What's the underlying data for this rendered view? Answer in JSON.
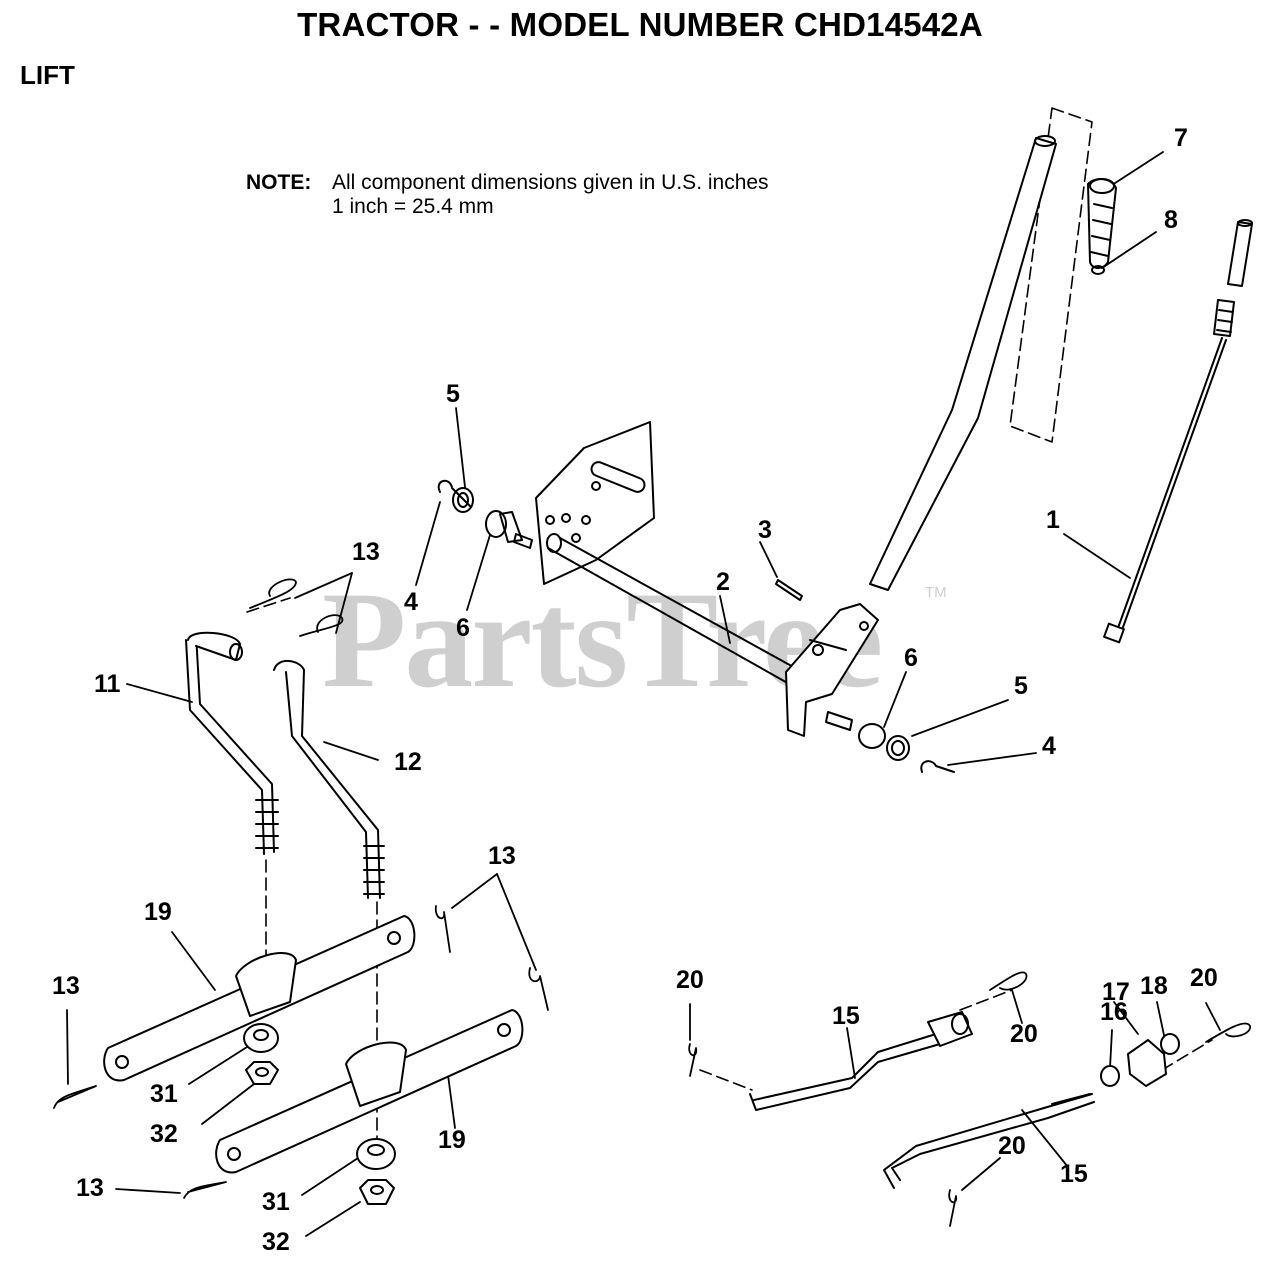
{
  "title": "TRACTOR - - MODEL NUMBER CHD14542A",
  "section": "LIFT",
  "note": {
    "label": "NOTE:",
    "line1": "All component dimensions given in U.S. inches",
    "line2": "1 inch = 25.4 mm"
  },
  "watermark": {
    "text": "PartsTree",
    "tm": "TM"
  },
  "callouts": {
    "c7": "7",
    "c8": "8",
    "c1": "1",
    "c5a": "5",
    "c4a": "4",
    "c6a": "6",
    "c3": "3",
    "c2": "2",
    "c13a": "13",
    "c11": "11",
    "c12": "12",
    "c6b": "6",
    "c5b": "5",
    "c4b": "4",
    "c13b": "13",
    "c19a": "19",
    "c13c": "13",
    "c31a": "31",
    "c32a": "32",
    "c19b": "19",
    "c13d": "13",
    "c31b": "31",
    "c32b": "32",
    "c20a": "20",
    "c15a": "15",
    "c20b": "20",
    "c16": "16",
    "c17": "17",
    "c18": "18",
    "c20c": "20",
    "c20d": "20",
    "c15b": "15"
  }
}
